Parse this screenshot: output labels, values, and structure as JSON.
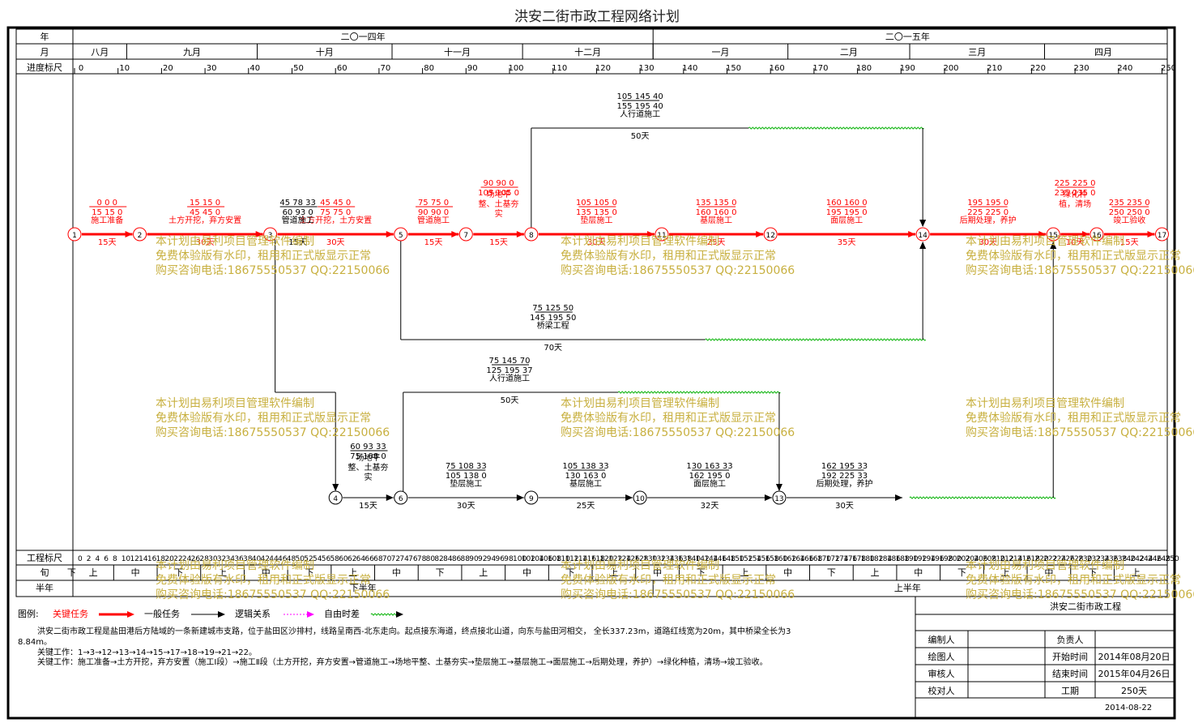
{
  "title": "洪安二街市政工程网络计划",
  "header": {
    "row_labels": {
      "year": "年",
      "month": "月",
      "progress": "进度标尺"
    },
    "years": [
      {
        "label": "二〇一四年",
        "from": -11,
        "to": 133
      },
      {
        "label": "二〇一五年",
        "from": 133,
        "to": 250
      }
    ],
    "months": [
      {
        "label": "八月",
        "from": -11,
        "to": 12
      },
      {
        "label": "九月",
        "from": 12,
        "to": 42
      },
      {
        "label": "十月",
        "from": 42,
        "to": 73
      },
      {
        "label": "十一月",
        "from": 73,
        "to": 103
      },
      {
        "label": "十二月",
        "from": 103,
        "to": 133
      },
      {
        "label": "一月",
        "from": 133,
        "to": 164
      },
      {
        "label": "二月",
        "from": 164,
        "to": 192
      },
      {
        "label": "三月",
        "from": 192,
        "to": 223
      },
      {
        "label": "四月",
        "from": 223,
        "to": 250
      }
    ],
    "progress_ticks": [
      0,
      10,
      20,
      30,
      40,
      50,
      60,
      70,
      80,
      90,
      100,
      110,
      120,
      130,
      140,
      150,
      160,
      170,
      180,
      190,
      200,
      210,
      220,
      230,
      240,
      250
    ]
  },
  "network": {
    "nodes": [
      {
        "id": "1",
        "t": 0,
        "lane": "main"
      },
      {
        "id": "2",
        "t": 15,
        "lane": "main"
      },
      {
        "id": "3",
        "t": 45,
        "lane": "main"
      },
      {
        "id": "5",
        "t": 75,
        "lane": "main"
      },
      {
        "id": "7",
        "t": 90,
        "lane": "main"
      },
      {
        "id": "8",
        "t": 105,
        "lane": "main"
      },
      {
        "id": "11",
        "t": 135,
        "lane": "main"
      },
      {
        "id": "12",
        "t": 160,
        "lane": "main"
      },
      {
        "id": "14",
        "t": 195,
        "lane": "main"
      },
      {
        "id": "15",
        "t": 225,
        "lane": "main"
      },
      {
        "id": "16",
        "t": 235,
        "lane": "main"
      },
      {
        "id": "17",
        "t": 250,
        "lane": "main"
      },
      {
        "id": "4",
        "t": 60,
        "lane": "lower"
      },
      {
        "id": "6",
        "t": 75,
        "lane": "lower"
      },
      {
        "id": "9",
        "t": 105,
        "lane": "lower"
      },
      {
        "id": "10",
        "t": 130,
        "lane": "lower"
      },
      {
        "id": "13",
        "t": 162,
        "lane": "lower"
      }
    ],
    "activities": [
      {
        "name": "施工准备",
        "params": [
          "0",
          "0",
          "0",
          "15",
          "15",
          "0"
        ],
        "dur": "15天",
        "critical": true,
        "from": 0,
        "to": 15,
        "lane": "main"
      },
      {
        "name": "土方开挖，弃方安置",
        "params": [
          "15",
          "15",
          "0",
          "45",
          "45",
          "0"
        ],
        "dur": "30天",
        "critical": true,
        "from": 15,
        "to": 45,
        "lane": "main"
      },
      {
        "name": "土方开挖，土方安置",
        "params": [
          "45",
          "45",
          "0",
          "75",
          "75",
          "0"
        ],
        "dur": "30天",
        "critical": true,
        "from": 45,
        "to": 75,
        "lane": "main"
      },
      {
        "name": "管道施工",
        "params": [
          "75",
          "75",
          "0",
          "90",
          "90",
          "0"
        ],
        "dur": "15天",
        "critical": true,
        "from": 75,
        "to": 90,
        "lane": "main"
      },
      {
        "name": "场地平整、土基夯实",
        "params": [
          "90",
          "90",
          "0",
          "105",
          "105",
          "0"
        ],
        "dur": "15天",
        "critical": true,
        "from": 90,
        "to": 105,
        "lane": "main"
      },
      {
        "name": "垫层施工",
        "params": [
          "105",
          "105",
          "0",
          "135",
          "135",
          "0"
        ],
        "dur": "30天",
        "critical": true,
        "from": 105,
        "to": 135,
        "lane": "main"
      },
      {
        "name": "基层施工",
        "params": [
          "135",
          "135",
          "0",
          "160",
          "160",
          "0"
        ],
        "dur": "25天",
        "critical": true,
        "from": 135,
        "to": 160,
        "lane": "main"
      },
      {
        "name": "面层施工",
        "params": [
          "160",
          "160",
          "0",
          "195",
          "195",
          "0"
        ],
        "dur": "35天",
        "critical": true,
        "from": 160,
        "to": 195,
        "lane": "main"
      },
      {
        "name": "后期处理，养护",
        "params": [
          "195",
          "195",
          "0",
          "225",
          "225",
          "0"
        ],
        "dur": "30天",
        "critical": true,
        "from": 195,
        "to": 225,
        "lane": "main"
      },
      {
        "name": "绿化种植，清场",
        "params": [
          "225",
          "225",
          "0",
          "235",
          "235",
          "0"
        ],
        "dur": "10天",
        "critical": true,
        "from": 225,
        "to": 235,
        "lane": "main"
      },
      {
        "name": "竣工验收",
        "params": [
          "235",
          "235",
          "0",
          "250",
          "250",
          "0"
        ],
        "dur": "15天",
        "critical": true,
        "from": 235,
        "to": 250,
        "lane": "main"
      },
      {
        "name": "人行道施工",
        "params": [
          "105",
          "145",
          "40",
          "155",
          "195",
          "40"
        ],
        "dur": "50天",
        "critical": false,
        "from": 105,
        "to": 155,
        "lane": "top"
      },
      {
        "name": "桥梁工程",
        "params": [
          "75",
          "125",
          "50",
          "145",
          "195",
          "50"
        ],
        "dur": "70天",
        "critical": false,
        "from": 75,
        "to": 145,
        "lane": "mid"
      },
      {
        "name": "管道施工",
        "params": [
          "45",
          "78",
          "33",
          "60",
          "93",
          "0"
        ],
        "dur": "15天",
        "critical": false,
        "from": 45,
        "to": 60,
        "lane": "vert"
      },
      {
        "name": "人行道施工",
        "params": [
          "75",
          "145",
          "70",
          "125",
          "195",
          "37"
        ],
        "dur": "50天",
        "critical": false,
        "from": 75,
        "to": 125,
        "lane": "upper"
      },
      {
        "name": "场地平整、土基夯实",
        "params": [
          "60",
          "93",
          "33",
          "75",
          "108",
          "0"
        ],
        "dur": "15天",
        "critical": false,
        "from": 60,
        "to": 75,
        "lane": "lower"
      },
      {
        "name": "垫层施工",
        "params": [
          "75",
          "108",
          "33",
          "105",
          "138",
          "0"
        ],
        "dur": "30天",
        "critical": false,
        "from": 75,
        "to": 105,
        "lane": "lower"
      },
      {
        "name": "基层施工",
        "params": [
          "105",
          "138",
          "33",
          "130",
          "163",
          "0"
        ],
        "dur": "25天",
        "critical": false,
        "from": 105,
        "to": 130,
        "lane": "lower"
      },
      {
        "name": "面层施工",
        "params": [
          "130",
          "163",
          "33",
          "162",
          "195",
          "0"
        ],
        "dur": "32天",
        "critical": false,
        "from": 130,
        "to": 162,
        "lane": "lower"
      },
      {
        "name": "后期处理，养护",
        "params": [
          "162",
          "195",
          "33",
          "192",
          "225",
          "33"
        ],
        "dur": "30天",
        "critical": false,
        "from": 162,
        "to": 192,
        "lane": "lower"
      }
    ]
  },
  "footer": {
    "eng_label": "工程标尺",
    "eng_ticks": [
      "0",
      "2",
      "4",
      "6",
      "8",
      "10",
      "12",
      "14",
      "16",
      "18",
      "20",
      "22",
      "24",
      "26",
      "28",
      "30",
      "32",
      "34",
      "36",
      "38",
      "40",
      "42",
      "44",
      "46",
      "48",
      "50",
      "52",
      "54",
      "56",
      "58",
      "60",
      "62",
      "64",
      "66",
      "68",
      "70",
      "72",
      "74",
      "76",
      "78",
      "80",
      "82",
      "84",
      "86",
      "88",
      "90",
      "92",
      "94",
      "96",
      "98",
      "100",
      "102",
      "104",
      "106",
      "108",
      "110",
      "112",
      "114",
      "116",
      "118",
      "120",
      "122",
      "124",
      "126",
      "128",
      "130",
      "132",
      "134",
      "136",
      "138",
      "140",
      "142",
      "144",
      "146",
      "148",
      "150",
      "152",
      "154",
      "156",
      "158",
      "160",
      "162",
      "164",
      "166",
      "168",
      "170",
      "172",
      "174",
      "176",
      "178",
      "180",
      "182",
      "184",
      "186",
      "188",
      "190",
      "192",
      "194",
      "196",
      "198",
      "200",
      "202",
      "204",
      "206",
      "208",
      "210",
      "212",
      "214",
      "216",
      "218",
      "220",
      "222",
      "224",
      "226",
      "228",
      "230",
      "232",
      "234",
      "236",
      "238",
      "240",
      "242",
      "244",
      "246",
      "248",
      "250"
    ],
    "xun_label": "旬",
    "xun_values": [
      "下",
      "上",
      "中",
      "下",
      "上",
      "中",
      "下",
      "上",
      "中",
      "下",
      "上",
      "中",
      "下",
      "上",
      "中",
      "下",
      "上",
      "中",
      "下",
      "上",
      "中",
      "下",
      "上",
      "中",
      "下",
      "上"
    ],
    "half_label": "半年",
    "half_values": [
      {
        "label": "下半年",
        "from": -11,
        "to": 133
      },
      {
        "label": "上半年",
        "from": 133,
        "to": 250
      }
    ]
  },
  "watermark": {
    "line1": "本计划由易利项目管理软件编制",
    "line2": "免费体验版有水印，租用和正式版显示正常",
    "line3": "购买咨询电话:18675550537 QQ:22150066"
  },
  "legend": {
    "title": "图例:",
    "items": [
      "关键任务",
      "一般任务",
      "逻辑关系",
      "自由时差"
    ],
    "description": "洪安二街市政工程是盐田港后方陆域的一条新建城市支路，位于盐田区沙排村，线路呈南西-北东走向。起点接东海道，终点接北山道，向东与盐田河相交， 全长337.23m，道路红线宽为20m，其中桥梁全长为38.84m。",
    "critical_path": "关键工作：1→3→12→13→14→15→17→18→19→21→22。",
    "critical_work": "关键工作：施工准备→土方开挖，弃方安置（施工Ⅰ段）→施工Ⅱ段（土方开挖，弃方安置→管道施工→场地平整、土基夯实→垫层施工→基层施工→面层施工→后期处理，养护）→绿化种植，清场→竣工验收。"
  },
  "title_block": {
    "project": "洪安二街市政工程",
    "rows": [
      {
        "k1": "编制人",
        "v1": "",
        "k2": "负责人",
        "v2": ""
      },
      {
        "k1": "绘图人",
        "v1": "",
        "k2": "开始时间",
        "v2": "2014年08月20日"
      },
      {
        "k1": "审核人",
        "v1": "",
        "k2": "结束时间",
        "v2": "2015年04月26日"
      },
      {
        "k1": "校对人",
        "v1": "",
        "k2": "工期",
        "v2": "250天"
      }
    ],
    "date": "2014-08-22"
  },
  "colors": {
    "critical": "#ff0000",
    "normal": "#000000",
    "float": "#00b000",
    "logic_dash": "#ff00ff",
    "watermark": "#c8b040",
    "border": "#000000"
  }
}
